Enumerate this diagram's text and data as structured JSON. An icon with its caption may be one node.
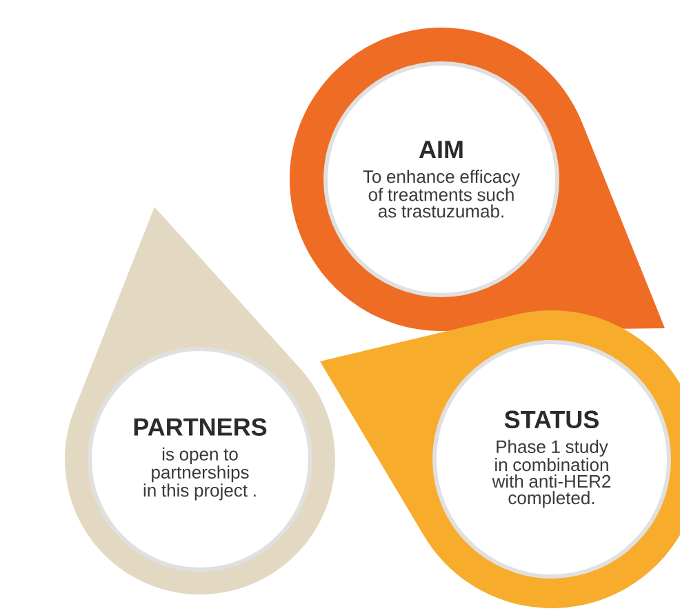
{
  "diagram": {
    "nodes": [
      {
        "text": [
          "AIM",
          "To enhance efficacy of treatments such as trastuzumab."
        ]
      },
      {
        "text": [
          "PARTNERS",
          "is open to partnerships in this project ."
        ]
      },
      {
        "text": [
          "STATUS",
          "Phase 1 study in combination with anti-HER2 completed."
        ]
      }
    ]
  }
}
